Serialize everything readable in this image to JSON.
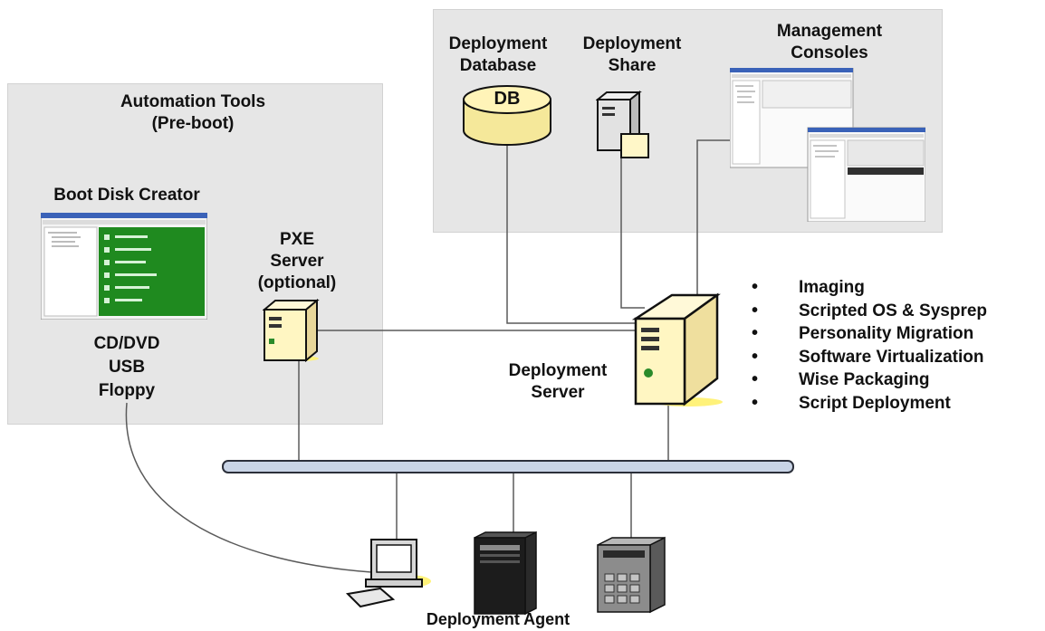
{
  "panels": {
    "automation": {
      "title": "Automation Tools\n(Pre-boot)"
    },
    "server_side": {}
  },
  "labels": {
    "boot_disk_creator": "Boot Disk Creator",
    "media": "CD/DVD\nUSB\nFloppy",
    "pxe_server": "PXE\nServer\n(optional)",
    "deployment_database": "Deployment\nDatabase",
    "deployment_share": "Deployment\nShare",
    "management_consoles": "Management\nConsoles",
    "deployment_server": "Deployment\nServer",
    "deployment_agent": "Deployment Agent",
    "db_icon_text": "DB"
  },
  "features": [
    "Imaging",
    "Scripted OS & Sysprep",
    "Personality Migration",
    "Software Virtualization",
    "Wise Packaging",
    "Script Deployment"
  ],
  "colors": {
    "panel_bg": "#e6e6e6",
    "network_bus": "#c9d4e6",
    "server_body": "#fff6c2",
    "screen_green": "#1f8a1f",
    "line": "#5a5a5a"
  },
  "icons": {
    "boot_disk_creator": "screenshot-window-icon",
    "pxe_server": "server-tower-icon",
    "deployment_database": "database-cylinder-icon",
    "deployment_share": "file-server-icon",
    "management_consoles": "console-windows-icon",
    "deployment_server": "server-tower-icon",
    "agents": [
      "desktop-computer-icon",
      "rack-server-icon",
      "tower-server-icon"
    ]
  }
}
